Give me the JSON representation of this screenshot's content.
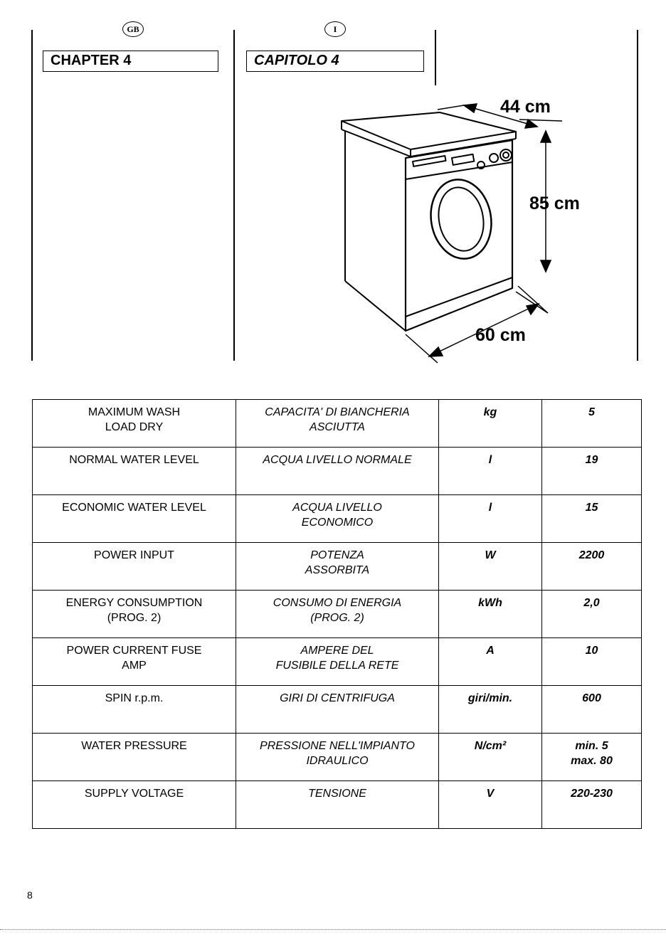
{
  "header": {
    "gb_flag": "GB",
    "it_flag": "I",
    "gb_chapter": "CHAPTER 4",
    "it_chapter": "CAPITOLO 4"
  },
  "dimensions": {
    "depth": "44 cm",
    "height": "85 cm",
    "width": "60 cm"
  },
  "specs": {
    "rows": [
      {
        "en": "MAXIMUM WASH\nLOAD DRY",
        "it": "CAPACITA' DI BIANCHERIA\nASCIUTTA",
        "unit": "kg",
        "value": "5"
      },
      {
        "en": "NORMAL WATER LEVEL",
        "it": "ACQUA LIVELLO NORMALE",
        "unit": "l",
        "value": "19"
      },
      {
        "en": "ECONOMIC WATER LEVEL",
        "it": "ACQUA LIVELLO\nECONOMICO",
        "unit": "l",
        "value": "15"
      },
      {
        "en": "POWER INPUT",
        "it": "POTENZA\nASSORBITA",
        "unit": "W",
        "value": "2200"
      },
      {
        "en": "ENERGY CONSUMPTION\n(PROG. 2)",
        "it": "CONSUMO DI ENERGIA\n(PROG. 2)",
        "unit": "kWh",
        "value": "2,0"
      },
      {
        "en": "POWER CURRENT FUSE\nAMP",
        "it": "AMPERE DEL\nFUSIBILE DELLA RETE",
        "unit": "A",
        "value": "10"
      },
      {
        "en": "SPIN r.p.m.",
        "it": "GIRI DI CENTRIFUGA",
        "unit": "giri/min.",
        "value": "600"
      },
      {
        "en": "WATER PRESSURE",
        "it": "PRESSIONE NELL'IMPIANTO\nIDRAULICO",
        "unit": "N/cm²",
        "value": "min. 5\nmax. 80"
      },
      {
        "en": "SUPPLY VOLTAGE",
        "it": "TENSIONE",
        "unit": "V",
        "value": "220-230"
      }
    ]
  },
  "footer": {
    "page_number": "8"
  }
}
